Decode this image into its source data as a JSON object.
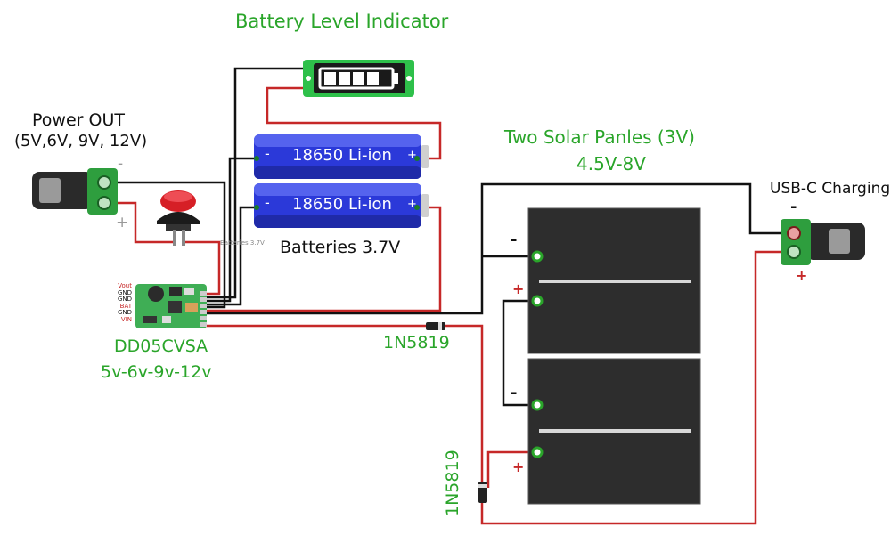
{
  "labels": {
    "battery_indicator": "Battery Level Indicator",
    "power_out_1": "Power OUT",
    "power_out_2": "(5V,6V, 9V, 12V)",
    "cell_1": "18650 Li-ion",
    "cell_2": "18650 Li-ion",
    "batteries": "Batteries 3.7V",
    "solar_1": "Two Solar Panles (3V)",
    "solar_2": "4.5V-8V",
    "usbc": "USB-C Charging",
    "module_1": "DD05CVSA",
    "module_2": "5v-6v-9v-12v",
    "diode_1": "1N5819",
    "diode_2": "1N5819",
    "tiny_note": "Batteries 3.7V"
  },
  "signs": {
    "minus": "-",
    "plus": "+"
  },
  "pins": [
    "Vout",
    "GND",
    "GND",
    "BAT",
    "GND",
    "VIN"
  ],
  "colors": {
    "label_green": "#2aa52a",
    "wire_red": "#c62828",
    "wire_black": "#111111",
    "battery_blue": "#2b39d9",
    "pcb_green": "#3fae55"
  }
}
